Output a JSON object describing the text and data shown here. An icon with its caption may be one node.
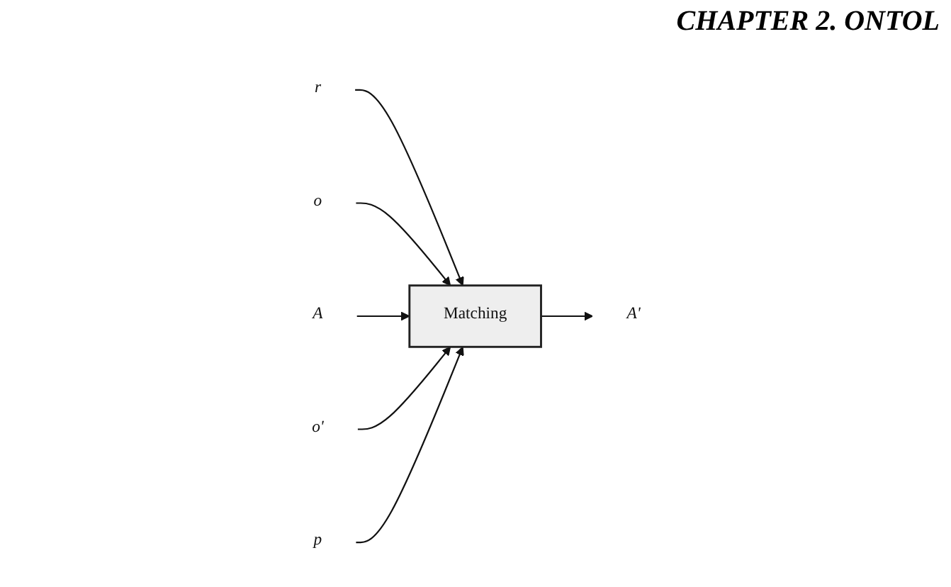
{
  "diagram": {
    "nodes": [
      {
        "text": [
          "r"
        ]
      },
      {
        "text": [
          "o"
        ]
      },
      {
        "text": [
          "A"
        ]
      },
      {
        "text": [
          "Matching"
        ]
      },
      {
        "text": [
          "A'"
        ]
      },
      {
        "text": [
          "o'"
        ]
      },
      {
        "text": [
          "p"
        ]
      }
    ],
    "edges": [
      {
        "from": 0,
        "to": 3,
        "arrow": "to"
      },
      {
        "from": 1,
        "to": 3,
        "arrow": "to"
      },
      {
        "from": 2,
        "to": 3,
        "arrow": "to"
      },
      {
        "from": 5,
        "to": 3,
        "arrow": "to"
      },
      {
        "from": 6,
        "to": 3,
        "arrow": "to"
      },
      {
        "from": 3,
        "to": 4,
        "arrow": "to"
      }
    ],
    "labels": [
      "CHAPTER 2. ONTOL"
    ]
  }
}
